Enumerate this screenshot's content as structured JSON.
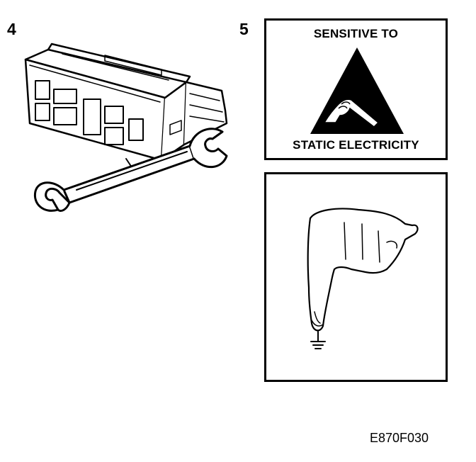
{
  "steps": {
    "step4": {
      "number": "4"
    },
    "step5": {
      "number": "5"
    }
  },
  "warning_label": {
    "top_text": "SENSITIVE TO",
    "bottom_text": "STATIC ELECTRICITY",
    "symbol_icon": "esd-warning-triangle-hand-icon"
  },
  "grounding_panel": {
    "icon": "grounded-pointing-hand-icon",
    "ground_symbol_icon": "ground-symbol-icon"
  },
  "illustration": {
    "icons": [
      "control-module-icon",
      "wrench-icon"
    ]
  },
  "figure_code": "E870F030"
}
